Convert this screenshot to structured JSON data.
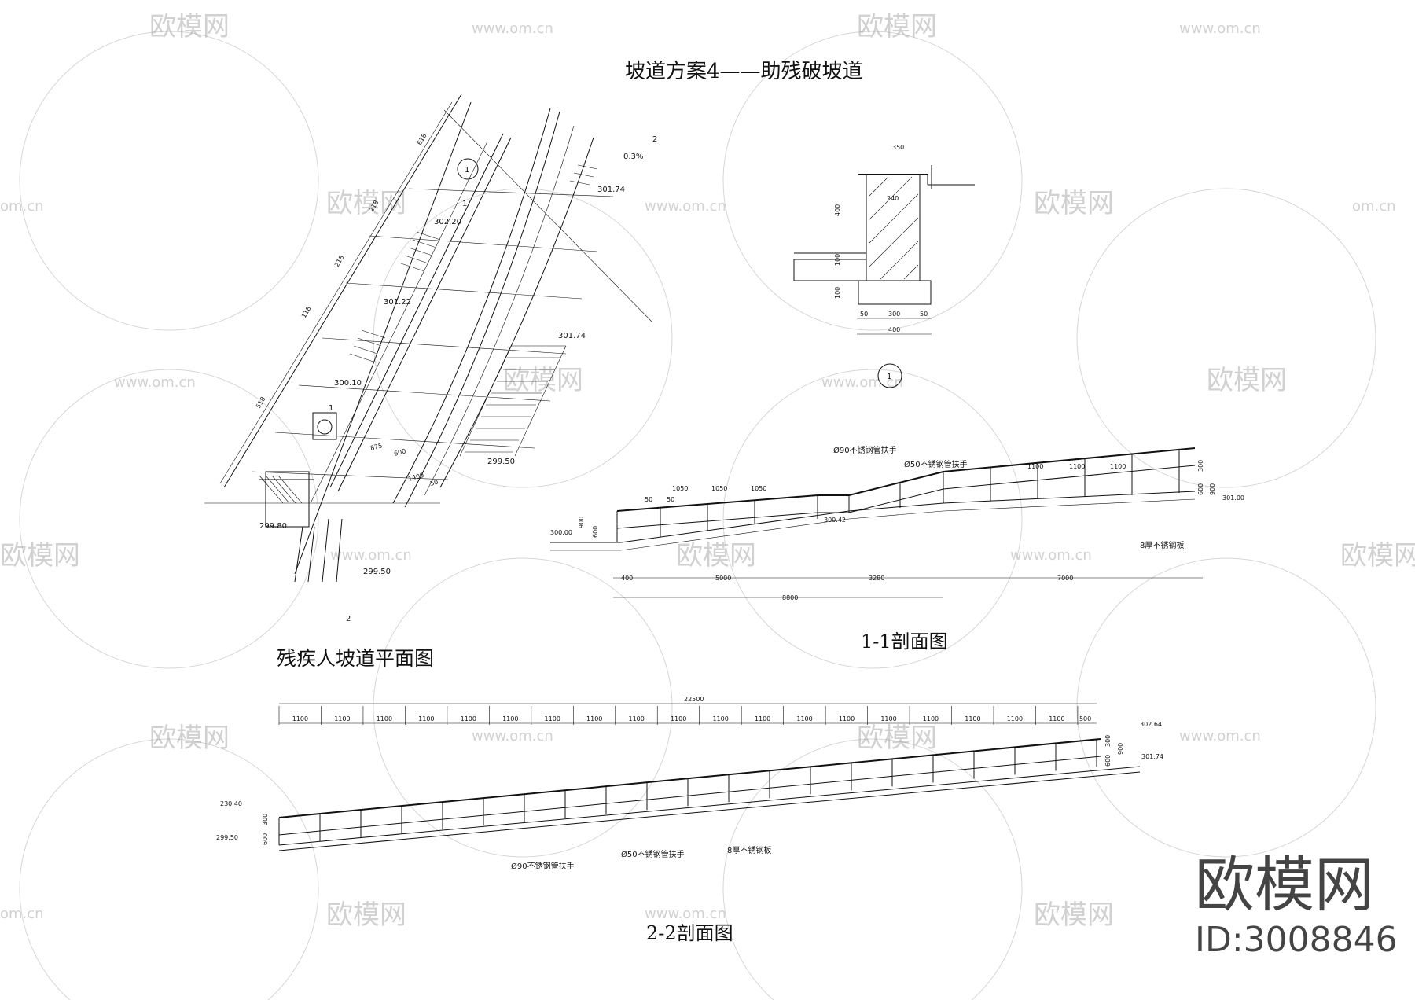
{
  "title": "坡道方案4——助残破坡道",
  "plan": {
    "caption": "残疾人坡道平面图",
    "dims": [
      "618",
      "218",
      "218",
      "118",
      "518",
      "875",
      "600",
      "1400",
      "50"
    ],
    "levels": [
      "302.20",
      "301.74",
      "301.22",
      "300.10",
      "301.74",
      "299.50",
      "299.80",
      "299.50"
    ],
    "slope": "0.3%",
    "section_marks": [
      "1",
      "1",
      "2",
      "2"
    ],
    "detail_mark": "1"
  },
  "detail": {
    "dims_top": [
      "350",
      "240"
    ],
    "dims_side": [
      "400",
      "100",
      "100"
    ],
    "dims_bottom": [
      "50",
      "300",
      "50",
      "400"
    ],
    "mark": "1"
  },
  "section11": {
    "caption": "1-1剖面图",
    "handrail1": "Ø90不锈钢管扶手",
    "handrail2": "Ø50不锈钢管扶手",
    "plate": "8厚不锈钢板",
    "top_dims": [
      "1050",
      "1050",
      "1050",
      "1100",
      "1100",
      "1100"
    ],
    "small_dims": [
      "50",
      "50"
    ],
    "levels": [
      "300.00",
      "300.42",
      "301.00"
    ],
    "side_dims": [
      "900",
      "600",
      "300",
      "900",
      "600"
    ],
    "bottom_dims": [
      "400",
      "5000",
      "3280",
      "7000",
      "8800"
    ]
  },
  "section22": {
    "caption": "2-2剖面图",
    "total": "22500",
    "spans": [
      "1100",
      "1100",
      "1100",
      "1100",
      "1100",
      "1100",
      "1100",
      "1100",
      "1100",
      "1100",
      "1100",
      "1100",
      "1100",
      "1100",
      "1100",
      "1100",
      "1100",
      "1100",
      "1100",
      "500"
    ],
    "levels": [
      "230.40",
      "299.50",
      "302.64",
      "301.74"
    ],
    "side_dims": [
      "300",
      "600",
      "300",
      "900",
      "600"
    ],
    "handrail1": "Ø90不锈钢管扶手",
    "handrail2": "Ø50不锈钢管扶手",
    "plate": "8厚不锈钢板"
  },
  "watermark": {
    "brand": "欧模网",
    "url": "www.om.cn",
    "url_short": "om.cn",
    "id": "ID:3008846"
  }
}
